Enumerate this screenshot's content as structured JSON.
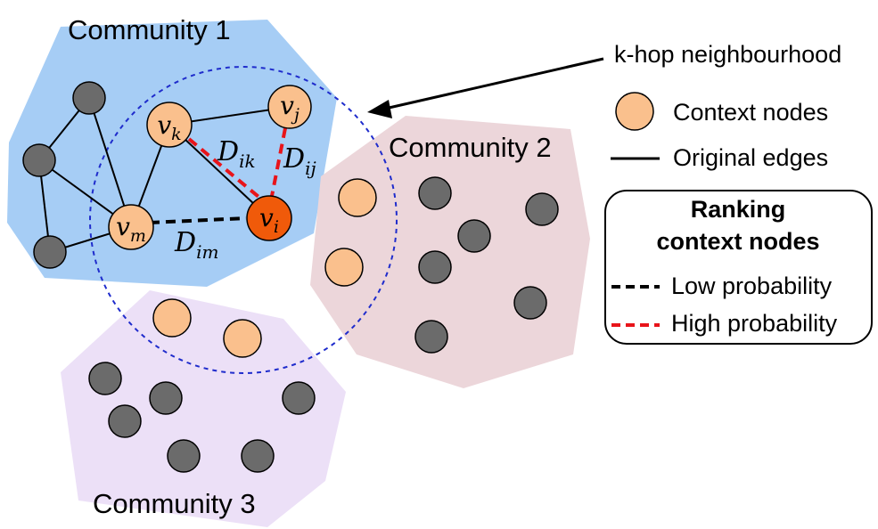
{
  "communities": {
    "c1": {
      "label": "Community 1",
      "color": "#a6cdf5"
    },
    "c2": {
      "label": "Community 2",
      "color": "#ecd6da"
    },
    "c3": {
      "label": "Community 3",
      "color": "#ece0f7"
    }
  },
  "nodes": {
    "vi": {
      "base": "v",
      "sub": "i",
      "color": "#f05a0a"
    },
    "vj": {
      "base": "v",
      "sub": "j",
      "color": "#fac08d"
    },
    "vk": {
      "base": "v",
      "sub": "k",
      "color": "#fac08d"
    },
    "vm": {
      "base": "v",
      "sub": "m",
      "color": "#fac08d"
    }
  },
  "distances": {
    "ik": {
      "base": "D",
      "sub": "ik"
    },
    "ij": {
      "base": "D",
      "sub": "ij"
    },
    "im": {
      "base": "D",
      "sub": "im"
    }
  },
  "legend": {
    "neighbourhood": "k-hop neighbourhood",
    "context_nodes": "Context nodes",
    "original_edges": "Original edges",
    "ranking_title_line1": "Ranking",
    "ranking_title_line2": "context nodes",
    "low_probability": "Low probability",
    "high_probability": "High probability"
  },
  "colors": {
    "gray_node": "#6b6b6b",
    "context_node": "#fac08d",
    "high_prob": "#e8141a",
    "low_prob": "#000000",
    "neighbourhood_circle": "#1f2ccc"
  }
}
